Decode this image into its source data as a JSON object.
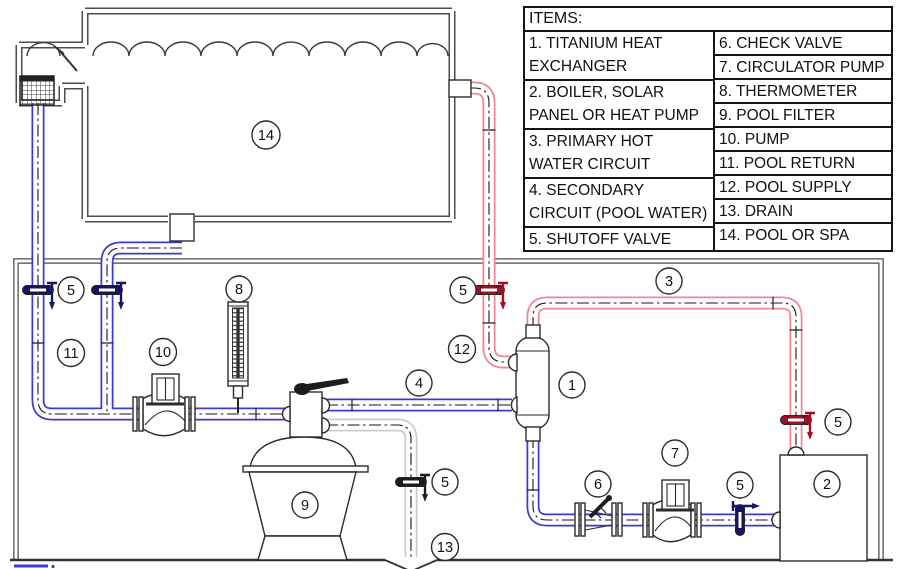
{
  "legend": {
    "title": "ITEMS:",
    "left": [
      "1. TITANIUM HEAT EXCHANGER",
      "2. BOILER, SOLAR PANEL OR HEAT PUMP",
      "3. PRIMARY HOT WATER CIRCUIT",
      "4. SECONDARY CIRCUIT (POOL WATER)",
      "5. SHUTOFF VALVE"
    ],
    "right": [
      "6. CHECK VALVE",
      "7. CIRCULATOR PUMP",
      "8. THERMOMETER",
      "9. POOL FILTER",
      "10. PUMP",
      "11. POOL RETURN",
      "12. POOL SUPPLY",
      "13. DRAIN",
      "14. POOL OR SPA"
    ]
  },
  "callouts": {
    "heat_exchanger": "1",
    "boiler": "2",
    "primary_circuit": "3",
    "secondary_circuit": "4",
    "shutoff_suction": "5",
    "shutoff_supply": "5",
    "shutoff_drain": "5",
    "shutoff_boiler_cold": "5",
    "shutoff_boiler_hot": "5",
    "check_valve": "6",
    "circulator_pump": "7",
    "thermometer": "8",
    "pool_filter": "9",
    "pump": "10",
    "pool_return": "11",
    "pool_supply": "12",
    "drain": "13",
    "pool_or_spa": "14"
  },
  "colors": {
    "pipe_cold": "#3b3bcf",
    "pipe_hot": "#ef8792",
    "pipe_drain": "#cccccc",
    "valve_cold": "#161660",
    "valve_hot": "#a01025"
  }
}
